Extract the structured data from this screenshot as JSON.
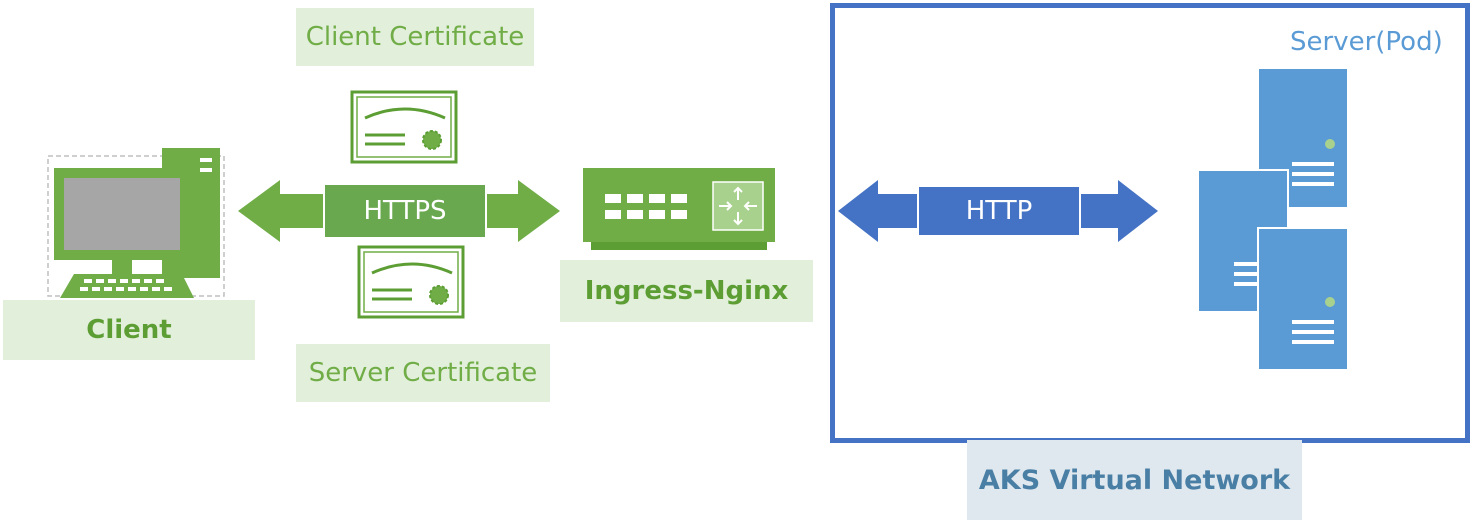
{
  "labels": {
    "client_certificate": "Client Certificate",
    "server_certificate": "Server Certificate",
    "client": "Client",
    "ingress": "Ingress-Nginx",
    "https": "HTTPS",
    "http": "HTTP",
    "server_pod": "Server(Pod)",
    "aks_network": "AKS Virtual Network"
  },
  "colors": {
    "green": "#70ad47",
    "light_green": "#e2efda",
    "blue_arrow": "#4472c4",
    "server_blue": "#5b9bd5"
  },
  "icons": [
    "computer-icon",
    "certificate-icon",
    "router-icon",
    "server-icon"
  ]
}
